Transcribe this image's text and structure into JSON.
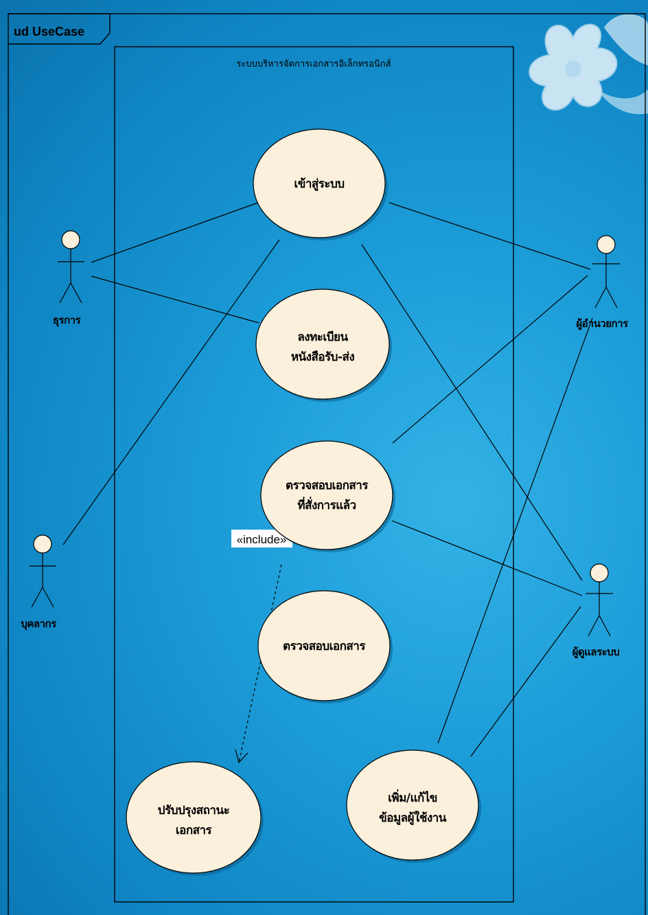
{
  "frame": {
    "tab_label": "ud UseCase"
  },
  "system": {
    "title": "ระบบบริหารจัดการเอกสารอิเล็กทรอนิกส์"
  },
  "actors": {
    "clerk": "ธุรการ",
    "staff": "บุคลากร",
    "director": "ผู้อำนวยการ",
    "admin": "ผู้ดูแลระบบ"
  },
  "use_cases": {
    "login": [
      "เข้าสู่ระบบ"
    ],
    "register_docs": [
      "ลงทะเบียน",
      "หนังสือรับ-ส่ง"
    ],
    "check_ordered": [
      "ตรวจสอบเอกสาร",
      "ที่สั่งการแล้ว"
    ],
    "check_docs": [
      "ตรวจสอบเอกสาร"
    ],
    "update_status": [
      "ปรับปรุงสถานะ",
      "เอกสาร"
    ],
    "manage_users": [
      "เพิ่ม/แก้ไข",
      "ข้อมูลผู้ใช้งาน"
    ]
  },
  "relations": {
    "include_label": "«include»"
  }
}
